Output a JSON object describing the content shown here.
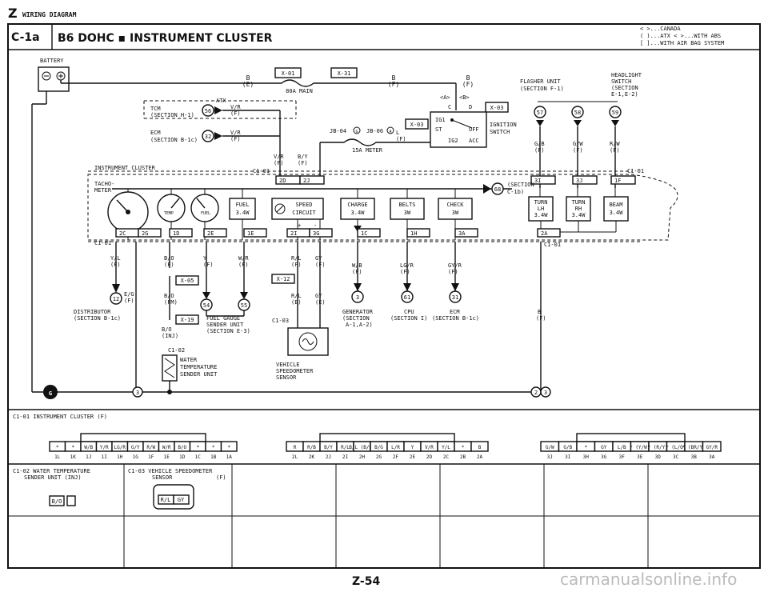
{
  "header": {
    "section_letter": "Z",
    "section_title": "WIRING DIAGRAM",
    "code": "C-1a",
    "title": "B6 DOHC ▪ INSTRUMENT CLUSTER",
    "legend": [
      "< >...CANADA",
      "( )...ATX     < >...WITH ABS",
      "[ ]...WITH AIR BAG SYSTEM"
    ]
  },
  "top": {
    "battery": "BATTERY",
    "b_e": [
      "B",
      "(E)"
    ],
    "b_f": [
      "B",
      "(F)"
    ],
    "b_f2": [
      "B",
      "(F)"
    ],
    "x01": "X-01",
    "x31": "X-31",
    "main_fuse": "80A MAIN",
    "atx": "ATX",
    "tcm": [
      "TCM",
      "(SECTION H-1)"
    ],
    "tcm_pin": "56",
    "vr_f1": [
      "V/R",
      "(F)"
    ],
    "ecm": [
      "ECM",
      "(SECTION B-1c)"
    ],
    "ecm_pin": "32",
    "vr_f2": [
      "V/R",
      "(F)"
    ],
    "jb": "JB-04",
    "jb_g": "G",
    "jb06": "JB-06",
    "jb_a": "A",
    "meter_fuse": "15A METER",
    "l_f": [
      "L",
      "(F)"
    ],
    "vr": [
      "V/R",
      "(F)"
    ],
    "by": [
      "B/Y",
      "(F)"
    ],
    "x03": "X-03",
    "x03b": "X-03",
    "ign_a": "<A>",
    "ign_b": "<B>",
    "ign_c": "C",
    "ign_d": "D",
    "ig1": "IG1",
    "st": "ST",
    "ig2": "IG2",
    "off": "OFF",
    "acc": "ACC",
    "ignition": [
      "IGNITION",
      "SWITCH"
    ],
    "flasher": [
      "FLASHER UNIT",
      "(SECTION F-1)"
    ],
    "headlight": [
      "HEADLIGHT",
      "SWITCH",
      "(SECTION",
      "E-1,E-2)"
    ],
    "pins": [
      "57",
      "58",
      "59"
    ],
    "gb": [
      "G/B",
      "(F)"
    ],
    "gw": [
      "G/W",
      "(F)"
    ],
    "rw": [
      "R/W",
      "(F)"
    ]
  },
  "cluster": {
    "label": "INSTRUMENT CLUSTER",
    "c101": "C1-01",
    "c101b": "C1-01",
    "c101c": "C1-01",
    "c101d": "C1-01",
    "tacho": [
      "TACHO-",
      "METER"
    ],
    "temp": "TEMP",
    "fuel_g": "FUEL",
    "lamps": [
      {
        "l1": "FUEL",
        "l2": "3.4W"
      },
      {
        "l1": "SPEED",
        "l2": "CIRCUIT"
      },
      {
        "l1": "CHARGE",
        "l2": "3.4W"
      },
      {
        "l1": "BELTS",
        "l2": "3W"
      },
      {
        "l1": "CHECK",
        "l2": "3W"
      },
      {
        "l1": "TURN",
        "l2": "LH",
        "l3": "3.4W"
      },
      {
        "l1": "TURN",
        "l2": "RH",
        "l3": "3.4W"
      },
      {
        "l1": "BEAM",
        "l2": "3.4W"
      }
    ],
    "section_c1b": [
      "(SECTION",
      "C-1b)"
    ],
    "pin68": "68",
    "top_pins": [
      "2D",
      "2J",
      "3I",
      "3J",
      "1F"
    ],
    "bot_pins": [
      "2C",
      "2G",
      "1D",
      "2E",
      "1E",
      "2I",
      "3G",
      "1C",
      "1H",
      "3A",
      "2A"
    ],
    "plus": "+",
    "minus": "-"
  },
  "lower": {
    "yl": [
      "Y/L",
      "(F)"
    ],
    "bo": [
      "B/O",
      "(F)"
    ],
    "y": [
      "Y",
      "(F)"
    ],
    "wr": [
      "W/R",
      "(F)"
    ],
    "rl": [
      "R/L",
      "(F)"
    ],
    "gy": [
      "GY",
      "(F)"
    ],
    "wb": [
      "W/B",
      "(F)"
    ],
    "lgr": [
      "LG/R",
      "(F)"
    ],
    "gyr": [
      "GY/R",
      "(F)"
    ],
    "eg": [
      "E/G",
      "(F)"
    ],
    "pin12": "12",
    "x05": "X-05",
    "bo2": [
      "B/O",
      "(FM)"
    ],
    "pin54": "54",
    "pin55": "55",
    "x19": "X-19",
    "bo3": [
      "B/O",
      "(INJ)"
    ],
    "fuel_gauge": [
      "FUEL GAUGE",
      "SENDER UNIT",
      "(SECTION E-3)"
    ],
    "distributor": [
      "DISTRIBUTOR",
      "(SECTION B-1c)"
    ],
    "c102": "C1-02",
    "water": [
      "WATER",
      "TEMPERATURE",
      "SENDER UNIT"
    ],
    "x12": "X-12",
    "rl2": [
      "R/L",
      "(E)"
    ],
    "gy2": [
      "GY",
      "(E)"
    ],
    "c103": "C1-03",
    "vss": [
      "VEHICLE",
      "SPEEDOMETER",
      "SENSOR"
    ],
    "pin3": "3",
    "pin61": "61",
    "pin31": "31",
    "generator": [
      "GENERATOR",
      "(SECTION",
      "A-1,A-2)"
    ],
    "cpu": [
      "CPU",
      "(SECTION I)"
    ],
    "ecm2": [
      "ECM",
      "(SECTION B-1c)"
    ],
    "b_f": [
      "B",
      "(F)"
    ],
    "ground": "G",
    "gnd_3a": "3",
    "gnd_2": "2",
    "gnd_3b": "3"
  },
  "connectors": {
    "title": "C1-01 INSTRUMENT CLUSTER (F)",
    "c1": {
      "cells": [
        "*",
        "*",
        "W/B",
        "Y/R",
        "LG/R",
        "G/Y",
        "R/W",
        "W/R",
        "B/O",
        "*",
        "*",
        "*"
      ],
      "pins": [
        "1L",
        "1K",
        "1J",
        "1I",
        "1H",
        "1G",
        "1F",
        "1E",
        "1D",
        "1C",
        "1B",
        "1A"
      ]
    },
    "c2": {
      "cells": [
        "R",
        "R/B",
        "B/Y",
        "R/L",
        "B/L (B/R)",
        "B/G",
        "L/R",
        "Y",
        "V/R",
        "Y/L",
        "*",
        "B"
      ],
      "pins": [
        "2L",
        "2K",
        "2J",
        "2I",
        "2H",
        "2G",
        "2F",
        "2E",
        "2D",
        "2C",
        "2B",
        "2A"
      ]
    },
    "c3": {
      "cells": [
        "G/W",
        "G/B",
        "*",
        "GY",
        "L/B",
        "* (Y/W)",
        "* (R/Y)",
        "* (L/O)",
        "* (BR/Y)",
        "GY/R"
      ],
      "pins": [
        "3J",
        "3I",
        "3H",
        "3G",
        "3F",
        "3E",
        "3D",
        "3C",
        "3B",
        "3A"
      ]
    },
    "c102_title": [
      "C1-02 WATER TEMPERATURE",
      "SENDER UNIT (INJ)"
    ],
    "c102_cell": "B/O",
    "c103_title": [
      "C1-03 VEHICLE SPEEDOMETER",
      "SENSOR",
      "(F)"
    ],
    "c103_cells": [
      "R/L",
      "GY"
    ]
  },
  "footer": {
    "page": "Z-54",
    "watermark": "carmanualsonline.info"
  }
}
